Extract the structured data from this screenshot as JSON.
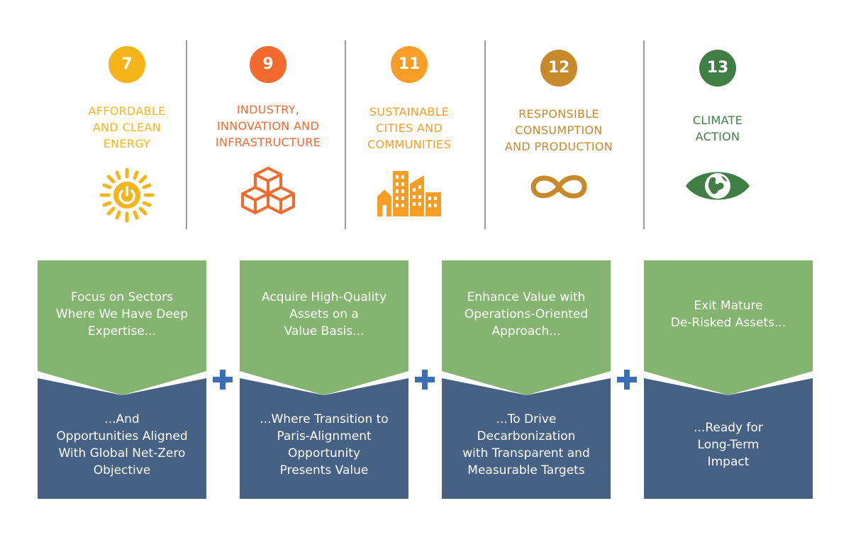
{
  "sdgs": [
    {
      "number": "7",
      "label_lines": [
        "AFFORDABLE",
        "AND CLEAN",
        "ENERGY"
      ],
      "color": "#F5B51A",
      "icon": "sun-power-icon"
    },
    {
      "number": "9",
      "label_lines": [
        "INDUSTRY,",
        "INNOVATION AND",
        "INFRASTRUCTURE"
      ],
      "color": "#F26A2E",
      "icon": "cubes-icon"
    },
    {
      "number": "11",
      "label_lines": [
        "SUSTAINABLE",
        "CITIES AND",
        "COMMUNITIES"
      ],
      "color": "#F99D26",
      "icon": "city-buildings-icon"
    },
    {
      "number": "12",
      "label_lines": [
        "RESPONSIBLE",
        "CONSUMPTION",
        "AND PRODUCTION"
      ],
      "color": "#C8892B",
      "icon": "infinity-icon"
    },
    {
      "number": "13",
      "label_lines": [
        "CLIMATE",
        "ACTION"
      ],
      "color": "#3F7E44",
      "icon": "eye-globe-icon"
    }
  ],
  "steps": [
    {
      "top_lines": [
        "Focus on Sectors",
        "Where We Have Deep",
        "Expertise..."
      ],
      "bottom_lines": [
        "...And",
        "Opportunities Aligned",
        "With Global Net-Zero",
        "Objective"
      ]
    },
    {
      "top_lines": [
        "Acquire High-Quality",
        "Assets on a",
        "Value Basis..."
      ],
      "bottom_lines": [
        "...Where Transition to",
        "Paris-Alignment",
        "Opportunity",
        "Presents Value"
      ]
    },
    {
      "top_lines": [
        "Enhance Value with",
        "Operations-Oriented",
        "Approach..."
      ],
      "bottom_lines": [
        "...To Drive",
        "Decarbonization",
        "with Transparent and",
        "Measurable Targets"
      ]
    },
    {
      "top_lines": [
        "Exit Mature",
        "De-Risked Assets..."
      ],
      "bottom_lines": [
        "...Ready for",
        "Long-Term",
        "Impact"
      ]
    }
  ],
  "colors": {
    "green": "#84B46F",
    "navy": "#476184",
    "plus": "#3A6EB5",
    "divider": "#9a9a9a"
  }
}
